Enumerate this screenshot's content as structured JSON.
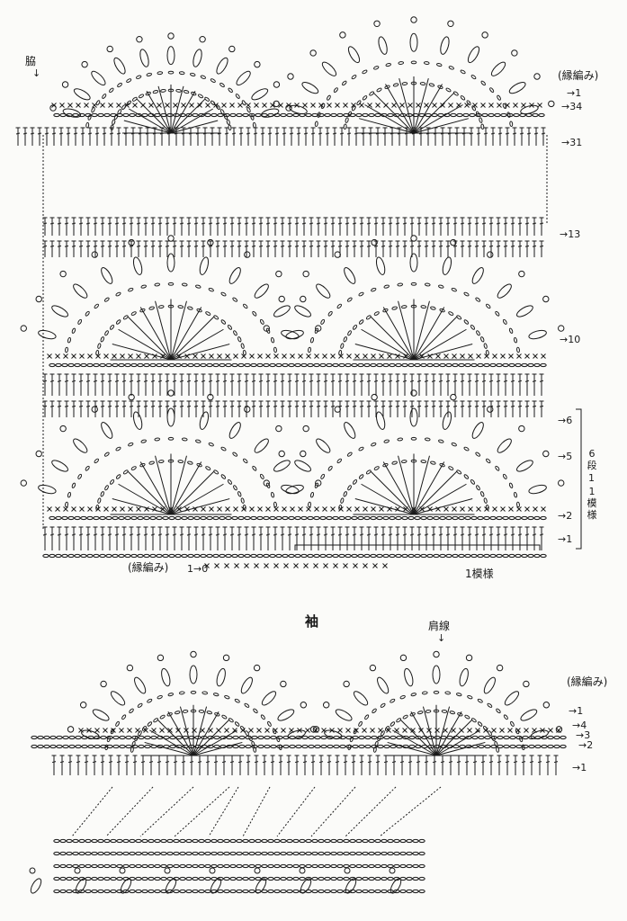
{
  "labels": {
    "side": "脇",
    "edging_top": "(縁編み)",
    "edging_bottom": "(縁編み)",
    "edging_bottom_start": "1→0",
    "one_pattern": "1模様",
    "sleeve_title": "袖",
    "shoulder_line": "肩線",
    "edging_sleeve": "(縁編み)",
    "six_rows": "6段",
    "one_pattern_vertical": "1模様"
  },
  "row_numbers_body": [
    "1",
    "34",
    "31",
    "13",
    "10",
    "6",
    "5",
    "2",
    "1"
  ],
  "row_numbers_sleeve": [
    "1",
    "4",
    "3",
    "2",
    "1"
  ],
  "colors": {
    "ink": "#1a1a1a",
    "paper": "#fbfbf9"
  }
}
